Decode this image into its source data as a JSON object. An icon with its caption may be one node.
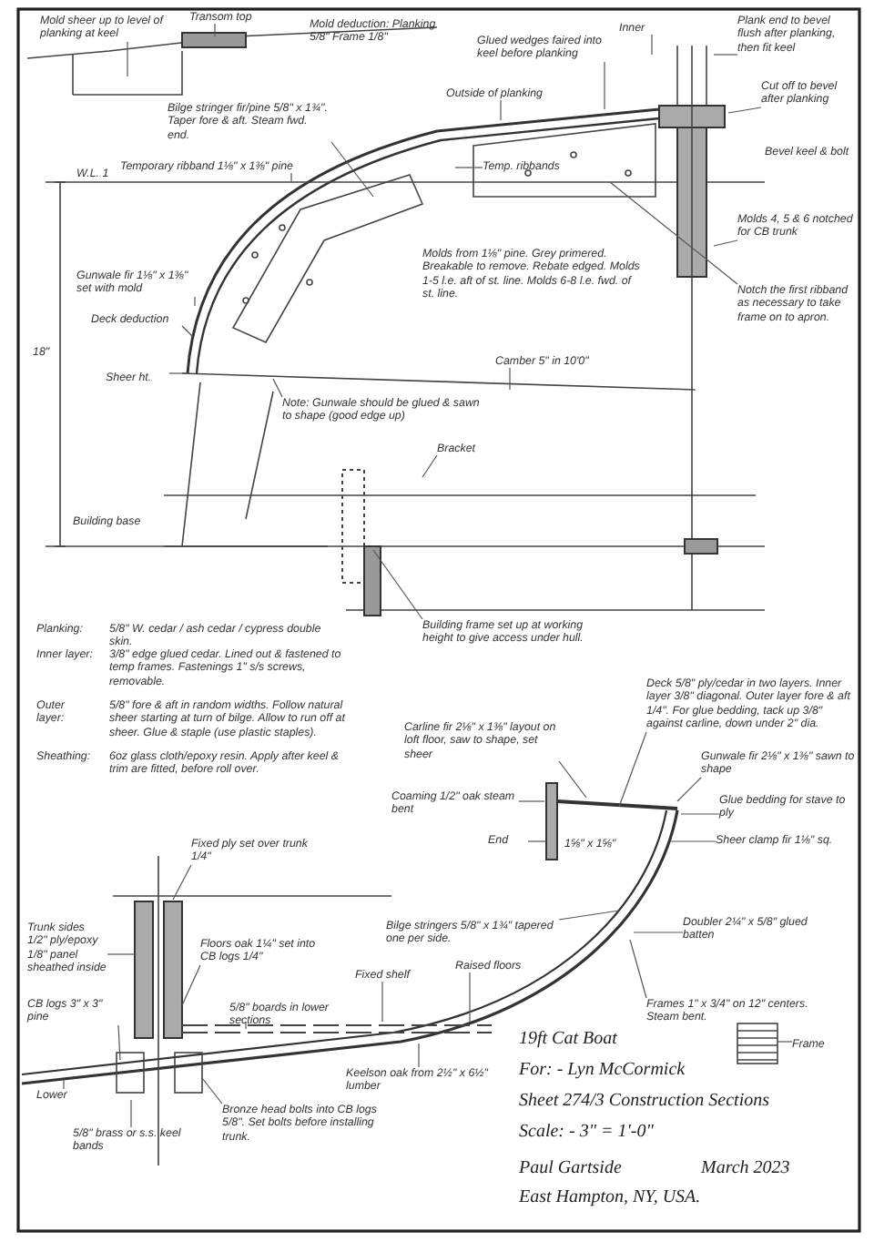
{
  "diagram": {
    "nodes": [
      {
        "text": [
          "Mold sheer up to level of planking at keel"
        ]
      },
      {
        "text": [
          "Transom top"
        ]
      },
      {
        "text": [
          "Bilge stringer fir/pine 5/8\" x 1¾\". Taper fore & aft. Steam fwd. end."
        ]
      },
      {
        "text": [
          "Temporary ribband 1⅛\" x 1⅜\" pine"
        ]
      },
      {
        "text": [
          "Glued wedges faired into keel before planking"
        ]
      },
      {
        "text": [
          "Outside of planking"
        ]
      },
      {
        "text": [
          "Temp. ribbands"
        ]
      },
      {
        "text": [
          "Inner"
        ]
      },
      {
        "text": [
          "Plank end to bevel flush after planking, then fit keel"
        ]
      },
      {
        "text": [
          "Cut off to bevel after planking"
        ]
      },
      {
        "text": [
          "Molds 4, 5 & 6 notched for CB trunk"
        ]
      },
      {
        "text": [
          "Notch the first ribband as necessary to take frame on to apron."
        ]
      },
      {
        "text": [
          "Camber 5\" in 10'0\""
        ]
      },
      {
        "text": [
          "Gunwale fir 1⅛\" x 1⅜\" set with mold"
        ]
      },
      {
        "text": [
          "Deck deduction"
        ]
      },
      {
        "text": [
          "Sheer ht."
        ]
      },
      {
        "text": [
          "Note: Gunwale should be glued & sawn to shape (good edge up)"
        ]
      },
      {
        "text": [
          "Bracket"
        ]
      },
      {
        "text": [
          "Building frame set up at working height to give access under hull."
        ]
      },
      {
        "text": [
          "Deck 5/8\" ply/cedar in two layers. Inner layer 3/8\" diagonal. Outer layer fore & aft 1/4\". For glue bedding, tack up 3/8\" against carline, down under 2\" dia."
        ]
      },
      {
        "text": [
          "Carline fir 2⅛\" x 1⅜\" layout on loft floor, saw to shape, set sheer"
        ]
      },
      {
        "text": [
          "Coaming 1/2\" oak steam bent"
        ]
      },
      {
        "text": [
          "Gunwale fir 2⅛\" x 1⅜\" sawn to shape"
        ]
      },
      {
        "text": [
          "Glue bedding for stave to ply"
        ]
      },
      {
        "text": [
          "Sheer clamp fir 1⅛\" sq."
        ]
      },
      {
        "text": [
          "End"
        ]
      },
      {
        "text": [
          "Bilge stringers 5/8\" x 1¾\" tapered one per side."
        ]
      },
      {
        "text": [
          "Doubler 2¼\" x 5/8\" glued batten"
        ]
      },
      {
        "text": [
          "Fixed shelf"
        ]
      },
      {
        "text": [
          "Raised floors"
        ]
      },
      {
        "text": [
          "Frames 1\" x 3/4\" on 12\" centers. Steam bent."
        ]
      },
      {
        "text": [
          "Keelson oak from 2½\" x 6½\" lumber"
        ]
      },
      {
        "text": [
          "5/8\" boards in lower sections"
        ]
      },
      {
        "text": [
          "Fixed ply set over trunk 1/4\""
        ]
      },
      {
        "text": [
          "Trunk sides 1/2\" ply/epoxy 1/8\" panel sheathed inside"
        ]
      },
      {
        "text": [
          "Floors oak 1¼\" set into CB logs 1/4\""
        ]
      },
      {
        "text": [
          "CB logs 3\" x 3\" pine"
        ]
      },
      {
        "text": [
          "Lower"
        ]
      },
      {
        "text": [
          "5/8\" brass or s.s. keel bands"
        ]
      },
      {
        "text": [
          "Bronze head bolts into CB logs 5/8\". Set bolts before installing trunk."
        ]
      },
      {
        "text": [
          "Frame"
        ]
      }
    ],
    "edges": [
      {
        "from": 0,
        "to": null,
        "arrow": "none"
      },
      {
        "from": 1,
        "to": null,
        "arrow": "none"
      },
      {
        "from": 2,
        "to": null,
        "arrow": "none"
      },
      {
        "from": 3,
        "to": null,
        "arrow": "none"
      },
      {
        "from": 4,
        "to": null,
        "arrow": "none"
      },
      {
        "from": 5,
        "to": null,
        "arrow": "none"
      },
      {
        "from": 6,
        "to": null,
        "arrow": "none"
      },
      {
        "from": 7,
        "to": null,
        "arrow": "none"
      },
      {
        "from": 8,
        "to": null,
        "arrow": "none"
      },
      {
        "from": 9,
        "to": null,
        "arrow": "none"
      },
      {
        "from": 10,
        "to": null,
        "arrow": "none"
      },
      {
        "from": 11,
        "to": null,
        "arrow": "none"
      },
      {
        "from": 12,
        "to": null,
        "arrow": "none"
      },
      {
        "from": 13,
        "to": null,
        "arrow": "none"
      },
      {
        "from": 14,
        "to": null,
        "arrow": "none"
      },
      {
        "from": 15,
        "to": null,
        "arrow": "none"
      },
      {
        "from": 16,
        "to": null,
        "arrow": "none"
      },
      {
        "from": 17,
        "to": null,
        "arrow": "none"
      },
      {
        "from": 18,
        "to": null,
        "arrow": "none"
      },
      {
        "from": 19,
        "to": null,
        "arrow": "none"
      },
      {
        "from": 20,
        "to": null,
        "arrow": "none"
      },
      {
        "from": 21,
        "to": null,
        "arrow": "none"
      },
      {
        "from": 22,
        "to": null,
        "arrow": "none"
      },
      {
        "from": 23,
        "to": null,
        "arrow": "none"
      },
      {
        "from": 24,
        "to": null,
        "arrow": "none"
      },
      {
        "from": 25,
        "to": null,
        "arrow": "none"
      },
      {
        "from": 26,
        "to": null,
        "arrow": "none"
      },
      {
        "from": 27,
        "to": null,
        "arrow": "none"
      },
      {
        "from": 28,
        "to": null,
        "arrow": "none"
      },
      {
        "from": 29,
        "to": null,
        "arrow": "none"
      },
      {
        "from": 30,
        "to": null,
        "arrow": "none"
      },
      {
        "from": 31,
        "to": null,
        "arrow": "none"
      },
      {
        "from": 32,
        "to": null,
        "arrow": "none"
      },
      {
        "from": 33,
        "to": null,
        "arrow": "none"
      },
      {
        "from": 34,
        "to": null,
        "arrow": "none"
      },
      {
        "from": 35,
        "to": null,
        "arrow": "none"
      },
      {
        "from": 36,
        "to": null,
        "arrow": "none"
      },
      {
        "from": 37,
        "to": null,
        "arrow": "none"
      },
      {
        "from": 38,
        "to": null,
        "arrow": "none"
      },
      {
        "from": 39,
        "to": null,
        "arrow": "none"
      },
      {
        "from": 40,
        "to": null,
        "arrow": "none"
      }
    ],
    "labels": [
      "Mold deduction: Planking 5/8\" Frame 1/8\"",
      "Bevel keel & bolt",
      "W.L. 1",
      "Molds from 1⅛\" pine. Grey primered. Breakable to remove. Rebate edged. Molds 1-5 l.e. aft of st. line. Molds 6-8 l.e. fwd. of st. line.",
      "18\"",
      "Building base",
      "Planking:",
      "5/8\" W. cedar / ash cedar / cypress double skin.",
      "Inner layer:",
      "3/8\" edge glued cedar. Lined out & fastened to temp frames. Fastenings 1\" s/s screws, removable.",
      "Outer layer:",
      "5/8\" fore & aft in random widths. Follow natural sheer starting at turn of bilge. Allow to run off at sheer. Glue & staple (use plastic staples).",
      "Sheathing:",
      "6oz glass cloth/epoxy resin. Apply after keel & trim are fitted, before roll over.",
      "1⅝\" x 1⅝\"",
      "19ft Cat Boat",
      "For: - Lyn McCormick",
      "Sheet 274/3 Construction Sections",
      "Scale: - 3\" = 1'-0\"",
      "Paul Gartside",
      "March 2023",
      "East Hampton, NY, USA."
    ]
  }
}
